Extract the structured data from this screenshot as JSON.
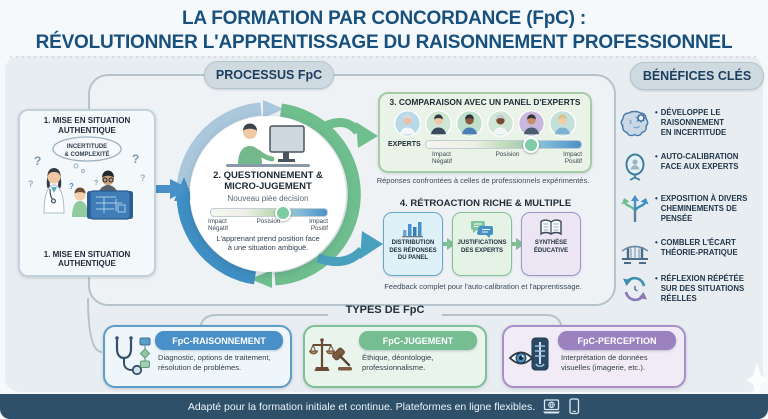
{
  "title": {
    "text": "LA FORMATION PAR CONCORDANCE (FpC) :\nRÉVOLUTIONNER L'APPRENTISSAGE DU RAISONNEMENT PROFESSIONNEL"
  },
  "process": {
    "header": "PROCESSUS FpC",
    "step1": {
      "title_top": "1. MISE EN SITUATION\nAUTHENTIQUE",
      "cloud_label": "INCERTITUDE\n& COMPLEXITÉ",
      "qmark": "?",
      "title_bottom": "1. MISE EN SITUATION\nAUTHENTIQUE"
    },
    "step2": {
      "title": "2. QUESTIONNEMENT &\nMICRO-JUGEMENT",
      "subtitle": "Nouveau pièe decision",
      "slider": {
        "left": "Impact\nNégatif",
        "center": "Posision",
        "right": "Impact\nPositif",
        "position_pct": 62
      },
      "caption": "L'apprenant prend position face\nà une situation ambiguë."
    },
    "step3": {
      "title": "3. COMPARAISON AVEC UN PANEL D'EXPERTS",
      "experts_label": "EXPERTS",
      "slider": {
        "left": "Impact\nNégatif",
        "center": "Posision",
        "right": "Impact\nPositif",
        "position_pct": 68
      },
      "caption": "Réponses confrontées à celles de professionnels expérimentés.",
      "avatars": [
        {
          "bg": "#bad9e8",
          "skin": "#e9c29f",
          "hair": "#d3d9dd",
          "shirt": "#f4f7f9"
        },
        {
          "bg": "#cfe6d4",
          "skin": "#efc7a1",
          "hair": "#32393f",
          "shirt": "#3a4a5c"
        },
        {
          "bg": "#bfe0cc",
          "skin": "#8a5a3b",
          "hair": "#2e3338",
          "shirt": "#4a7fb5"
        },
        {
          "bg": "#cfe6d4",
          "skin": "#7a4a30",
          "hair": "#c6ccd0",
          "shirt": "#f2f5f7"
        },
        {
          "bg": "#c9b8dd",
          "skin": "#c98e68",
          "hair": "#30353b",
          "shirt": "#4a5d6e"
        },
        {
          "bg": "#c4e0da",
          "skin": "#f0cda6",
          "hair": "#d8c289",
          "shirt": "#7fb3d3"
        }
      ]
    },
    "step4": {
      "title": "4. RÉTROACTION RICHE & MULTIPLE",
      "cards": [
        {
          "label": "DISTRIBUTION\nDES RÉPONSES\nDU PANEL",
          "icon": "bar-chart-icon"
        },
        {
          "label": "JUSTIFICATIONS\nDES EXPERTS",
          "icon": "chat-bubbles-icon"
        },
        {
          "label": "SYNTHÈSE\nÉDUCATIVE",
          "icon": "open-book-icon"
        }
      ],
      "caption": "Feedback complet pour l'auto-calibration et l'apprentissage."
    }
  },
  "benefits": {
    "header": "BÉNÉFICES CLÉS",
    "bullet": "•",
    "items": [
      {
        "label": "DÉVELOPPE LE\nRAISONNEMENT\nEN INCERTITUDE",
        "icon": "brain-gear-icon"
      },
      {
        "label": "AUTO-CALIBRATION\nFACE AUX EXPERTS",
        "icon": "mirror-icon"
      },
      {
        "label": "EXPOSITION À DIVERS\nCHEMINEMENTS DE\nPENSÉE",
        "icon": "branching-arrows-icon"
      },
      {
        "label": "COMBLER L'ÉCART\nTHÉORIE-PRATIQUE",
        "icon": "bridge-icon"
      },
      {
        "label": "RÉFLEXION RÉPÉTÉE\nSUR DES SITUATIONS\nRÉELLES",
        "icon": "cyclic-arrows-icon"
      }
    ]
  },
  "types": {
    "header": "TYPES DE FpC",
    "cards": [
      {
        "title": "FpC-RAISONNEMENT",
        "description": "Diagnostic, options de traitement,\nrésolution de problèmes.",
        "icon": "stethoscope-flowchart-icon",
        "accent": "#4a90c8"
      },
      {
        "title": "FpC-JUGEMENT",
        "description": "Éthique, déontologie,\nprofessionnalisme.",
        "icon": "scales-gavel-icon",
        "accent": "#76bd92"
      },
      {
        "title": "FpC-PERCEPTION",
        "description": "Interprétation de données\nvisuelles (imagerie, etc.).",
        "icon": "eye-xray-icon",
        "accent": "#9c81c1"
      }
    ]
  },
  "footer": {
    "text": "Adapté pour la formation initiale et continue. Plateformes en ligne flexibles.",
    "icons": [
      "laptop-icon",
      "smartphone-icon"
    ]
  },
  "colors": {
    "navy": "#17507d",
    "accent_blue": "#4a90c8",
    "accent_green": "#6fbe8e",
    "accent_teal": "#49a0bd",
    "accent_purple": "#9c81c1",
    "panel_bg": "#e8edf1",
    "footer_bg": "#2e5069"
  }
}
